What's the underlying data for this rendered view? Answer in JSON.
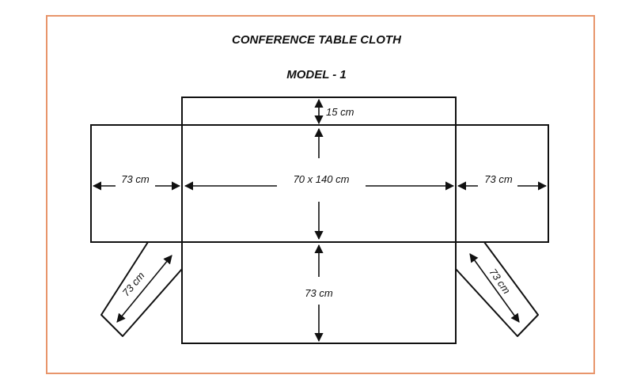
{
  "title": "CONFERENCE  TABLE CLOTH",
  "model": "MODEL   - 1",
  "dimensions": {
    "top_flap": "15 cm",
    "center": "70 x 140 cm",
    "left_flap": "73 cm",
    "right_flap": "73 cm",
    "bottom_flap": "73 cm",
    "left_diagonal": "73 cm",
    "right_diagonal": "73 cm"
  },
  "colors": {
    "frame": "#e8956b",
    "line": "#111111"
  }
}
